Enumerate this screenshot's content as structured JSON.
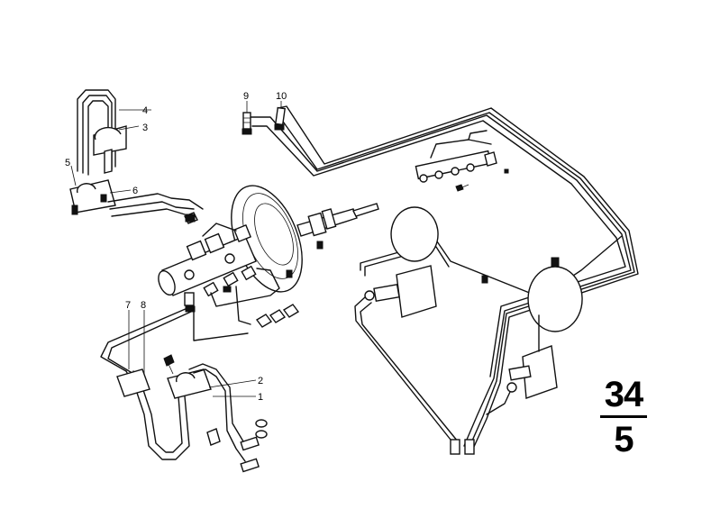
{
  "callouts": {
    "c1": "1",
    "c2": "2",
    "c3": "3",
    "c4": "4",
    "c5": "5",
    "c6": "6",
    "c7": "7",
    "c8": "8",
    "c9": "9",
    "c10": "10"
  },
  "group_number": {
    "top": "34",
    "bottom": "5"
  }
}
